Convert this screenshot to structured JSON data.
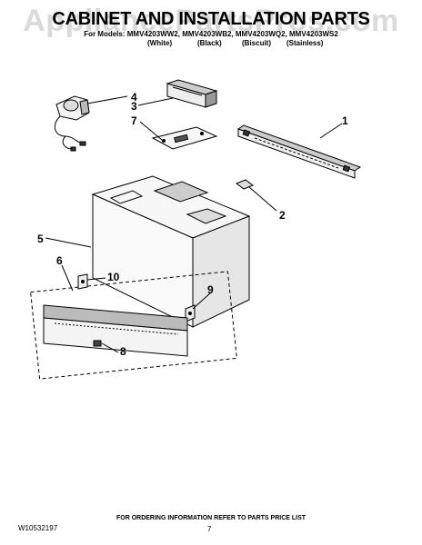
{
  "header": {
    "title": "CABINET AND INSTALLATION PARTS",
    "models": "For Models: MMV4203WW2, MMV4203WB2, MMV4203WQ2, MMV4203WS2",
    "colors": [
      "(White)",
      "(Black)",
      "(Biscuit)",
      "(Stainless)"
    ]
  },
  "watermark": "AppliancePartsPros.com",
  "callouts": [
    "1",
    "2",
    "3",
    "4",
    "5",
    "6",
    "7",
    "8",
    "9",
    "10"
  ],
  "footer": {
    "ordering_info": "FOR ORDERING INFORMATION REFER TO PARTS PRICE LIST",
    "doc_code": "W10532197",
    "page": "7"
  }
}
